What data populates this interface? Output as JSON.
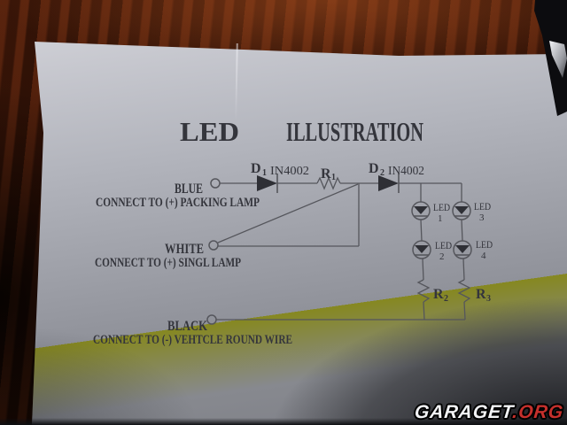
{
  "title": {
    "part1": "LED",
    "part2": "ILLUSTRATION"
  },
  "diagram": {
    "components": {
      "d1": {
        "ref": "D",
        "sub": "1",
        "part": "IN4002"
      },
      "d2": {
        "ref": "D",
        "sub": "2",
        "part": "IN4002"
      },
      "r1": {
        "ref": "R",
        "sub": "1"
      },
      "r2": {
        "ref": "R",
        "sub": "2"
      },
      "r3": {
        "ref": "R",
        "sub": "3"
      }
    },
    "leds": [
      {
        "name": "LED",
        "num": "1"
      },
      {
        "name": "LED",
        "num": "2"
      },
      {
        "name": "LED",
        "num": "3"
      },
      {
        "name": "LED",
        "num": "4"
      }
    ],
    "terminals": {
      "blue": {
        "label": "BLUE",
        "connect": "CONNECT TO (+) PACKING LAMP"
      },
      "white": {
        "label": "WHITE",
        "connect": "CONNECT TO (+) SINGL LAMP"
      },
      "black": {
        "label": "BLACK",
        "connect": "CONNECT TO (-) VEHTCLE ROUND WIRE"
      }
    },
    "colors": {
      "ink": "#34353c",
      "wire": "#55565c",
      "paper": "#b0b2ba",
      "wood": "#3a1408"
    }
  },
  "watermark": {
    "brand": "GARAGET",
    "suffix": ".ORG",
    "brand_color": "#f2f3f5",
    "suffix_color": "#c5302c"
  }
}
